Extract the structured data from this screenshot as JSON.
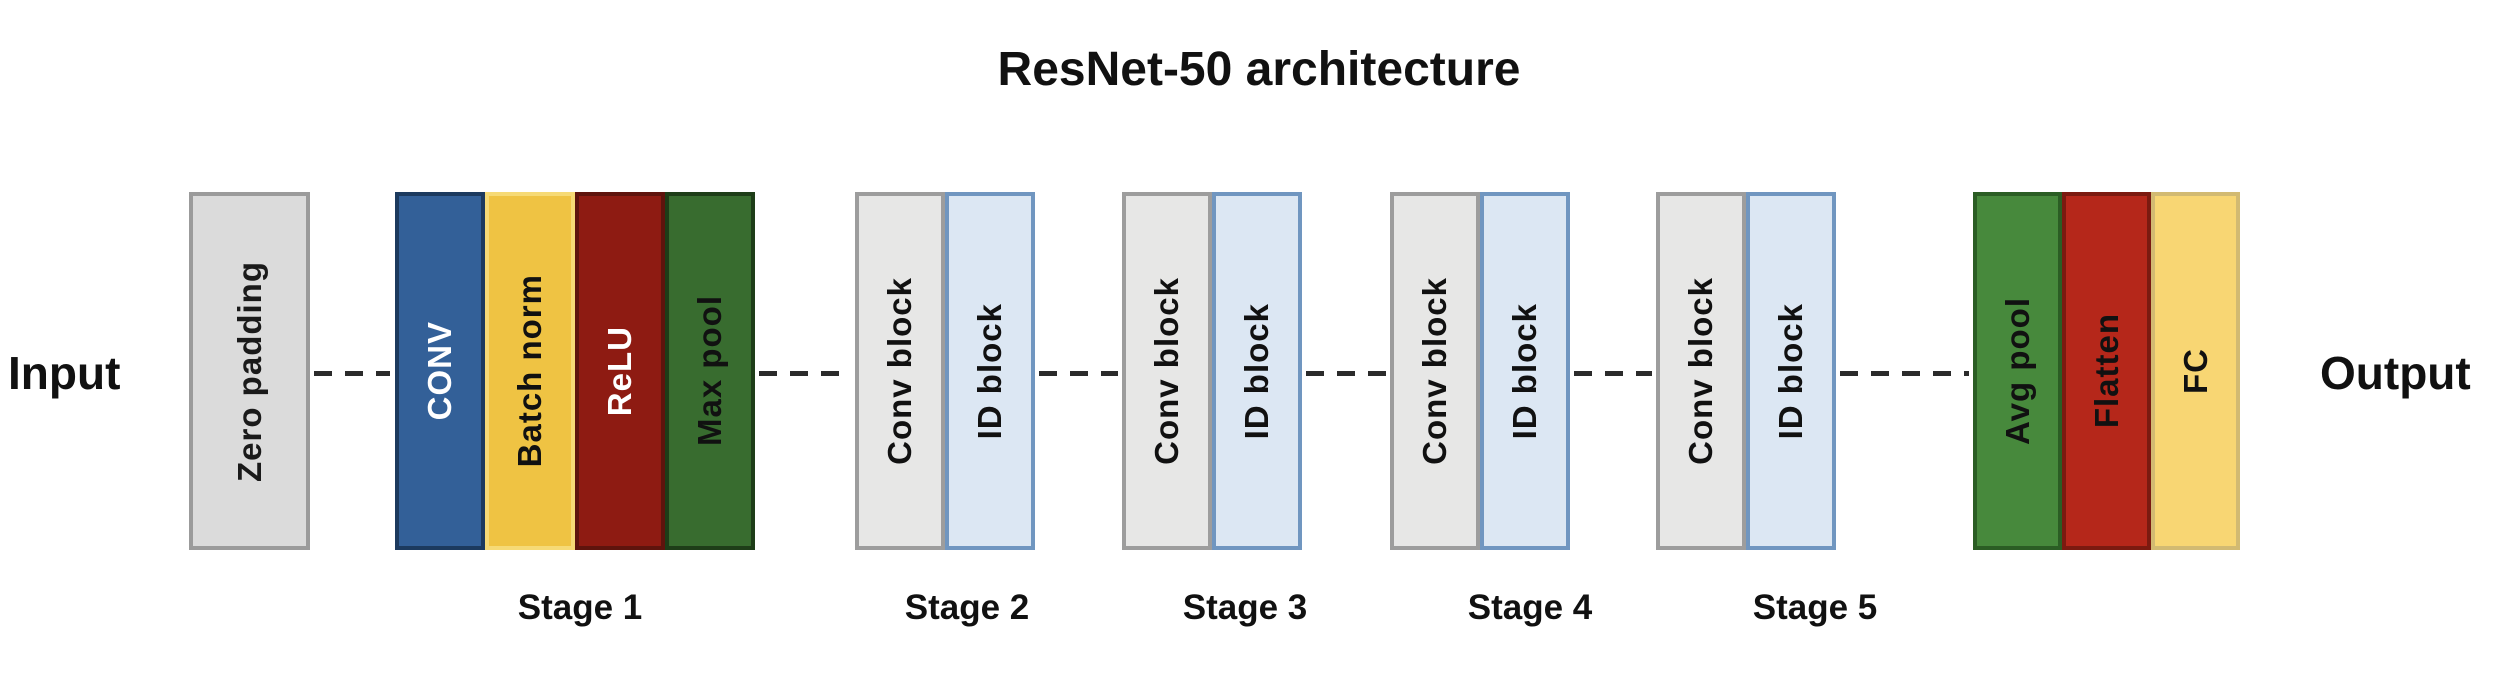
{
  "title": "ResNet-50 architecture",
  "io": {
    "input": "Input",
    "output": "Output"
  },
  "pipeline": {
    "zero_padding": "Zero padding",
    "stage1": {
      "conv": "CONV",
      "batch_norm": "Batch norm",
      "relu": "ReLU",
      "max_pool": "Max pool"
    },
    "stage2": {
      "conv_block": "Conv block",
      "id_block": "ID block"
    },
    "stage3": {
      "conv_block": "Conv block",
      "id_block": "ID block"
    },
    "stage4": {
      "conv_block": "Conv block",
      "id_block": "ID block"
    },
    "stage5": {
      "conv_block": "Conv block",
      "id_block": "ID block"
    },
    "head": {
      "avg_pool": "Avg pool",
      "flatten": "Flatten",
      "fc": "FC"
    }
  },
  "stage_labels": [
    "Stage 1",
    "Stage 2",
    "Stage 3",
    "Stage 4",
    "Stage 5"
  ],
  "colors": {
    "conv_fill": "#336098",
    "conv_border": "#1c3a5e",
    "batch_norm_fill": "#efc343",
    "batch_norm_border": "#f6da76",
    "relu_fill": "#8e1b12",
    "relu_border": "#5e140d",
    "max_pool_fill": "#386c2f",
    "max_pool_border": "#1e3d18",
    "conv_block_fill": "#e7e7e6",
    "conv_block_border": "#9d9d9d",
    "id_block_fill": "#dce7f3",
    "id_block_border": "#7096c0",
    "avg_pool_fill": "#47893c",
    "avg_pool_border": "#2b5d24",
    "flatten_fill": "#b5271a",
    "flatten_border": "#7b1a10",
    "fc_fill": "#f8d673",
    "fc_border": "#d2ba72",
    "zero_padding_fill": "#dbdbdb",
    "zero_padding_border": "#9b9b9b",
    "connector": "#2b2b2b",
    "text_dark": "#111111",
    "text_light": "#ffffff"
  }
}
